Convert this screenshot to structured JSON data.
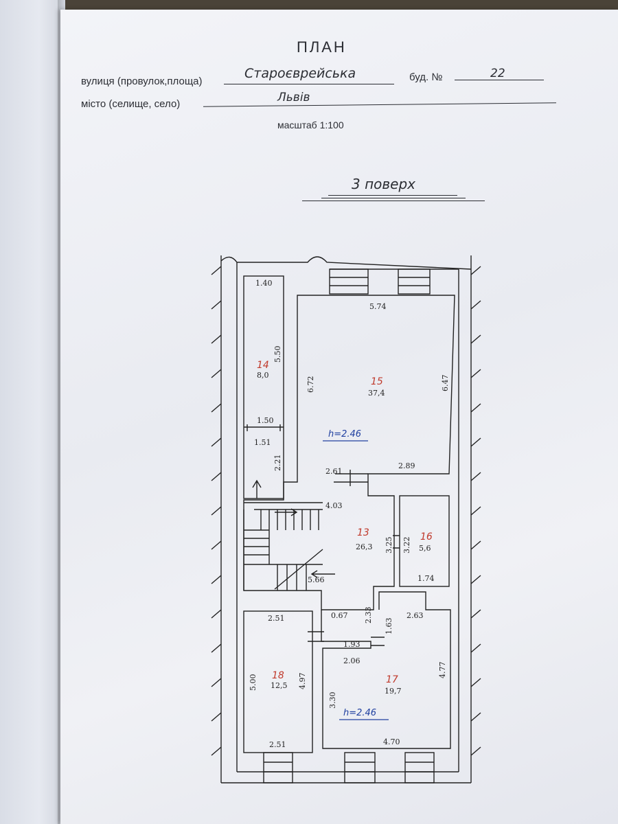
{
  "header": {
    "title": "ПЛАН",
    "street_label": "вулиця (провулок,площа)",
    "street_value": "Староєврейська",
    "building_label": "буд. №",
    "building_value": "22",
    "city_label": "місто (селище, село)",
    "city_value": "Львів",
    "scale": "масштаб 1:100",
    "floor": "3 поверх"
  },
  "rooms": [
    {
      "number": "14",
      "area": "8,0"
    },
    {
      "number": "15",
      "area": "37,4"
    },
    {
      "number": "13",
      "area": "26,3"
    },
    {
      "number": "16",
      "area": "5,6"
    },
    {
      "number": "18",
      "area": "12,5"
    },
    {
      "number": "17",
      "area": "19,7"
    }
  ],
  "heights": [
    "h=2.46",
    "h=2.46"
  ],
  "dimensions": {
    "r14_top": "1.40",
    "r14_side": "5.50",
    "r14_b1": "1.50",
    "r14_b2": "1.51",
    "r14_b3": "2.21",
    "r15_top": "5.74",
    "r15_left": "6.72",
    "r15_right": "6.47",
    "r15_b1": "2.61",
    "r15_b2": "2.89",
    "r13_top": "4.03",
    "r13_side": "3.25",
    "r13_bottom": "5.66",
    "r16_side": "3.22",
    "r16_bottom": "1.74",
    "r18_top": "2.51",
    "r18_left": "5.00",
    "r18_right": "4.97",
    "r18_bottom": "2.51",
    "c_067": "0.67",
    "c_233": "2.33",
    "c_163": "1.63",
    "c_193": "1.93",
    "r17_top": "2.63",
    "r17_206": "2.06",
    "r17_left": "3.30",
    "r17_right": "4.77",
    "r17_bottom": "4.70"
  }
}
